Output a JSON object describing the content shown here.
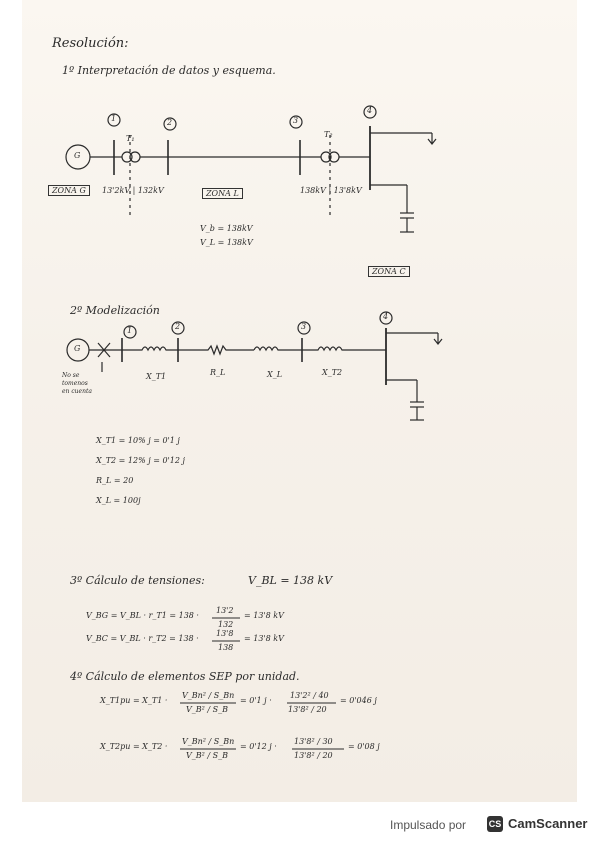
{
  "heading": "Resolución:",
  "step1": {
    "title": "1º Interpretación de datos y esquema.",
    "nodes": [
      "1",
      "2",
      "3",
      "4"
    ],
    "t1_label": "T₁",
    "t2_label": "T₂",
    "gen_label": "G",
    "zona_g": "ZONA G",
    "t1_voltage": "13'2kV | 132kV",
    "zona_l": "ZONA L",
    "t2_voltage": "138kV | 13'8kV",
    "vb": "V_b = 138kV",
    "vl": "V_L = 138kV",
    "zona_c": "ZONA C"
  },
  "step2": {
    "title": "2º Modelización",
    "nodes": [
      "1",
      "2",
      "3",
      "4"
    ],
    "gen_label": "G",
    "note": [
      "No se",
      "tomenos",
      "en cuenta"
    ],
    "labels": [
      "X_T1",
      "R_L",
      "X_L",
      "X_T2"
    ],
    "equations": [
      "X_T1 = 10% j = 0'1 j",
      "X_T2 = 12% j = 0'12 j",
      "R_L = 20",
      "X_L = 100j"
    ]
  },
  "step3": {
    "title": "3º Cálculo de tensiones:",
    "base": "V_BL = 138 kV",
    "eq1_left": "V_BG = V_BL · r_T1 = 138 ·",
    "eq1_num": "13'2",
    "eq1_den": "132",
    "eq1_right": "= 13'8 kV",
    "eq2_left": "V_BC = V_BL · r_T2 = 138 ·",
    "eq2_num": "13'8",
    "eq2_den": "138",
    "eq2_right": "= 13'8 kV"
  },
  "step4": {
    "title": "4º Cálculo de elementos SEP por unidad.",
    "eq1_left": "X_T1pu = X_T1 ·",
    "eq1_num": "V_Bn² / S_Bn",
    "eq1_den": "V_B² / S_B",
    "eq1_mid": "= 0'1 j ·",
    "eq1_num2": "13'2² / 40",
    "eq1_den2": "13'8² / 20",
    "eq1_right": "= 0'046 j",
    "eq2_left": "X_T2pu = X_T2 ·",
    "eq2_num": "V_Bn² / S_Bn",
    "eq2_den": "V_B² / S_B",
    "eq2_mid": "= 0'12 j ·",
    "eq2_num2": "13'8² / 30",
    "eq2_den2": "13'8² / 20",
    "eq2_right": "= 0'08 j"
  },
  "footer": {
    "powered_by": "Impulsado por",
    "logo_text": "CS",
    "brand_name": "CamScanner"
  }
}
